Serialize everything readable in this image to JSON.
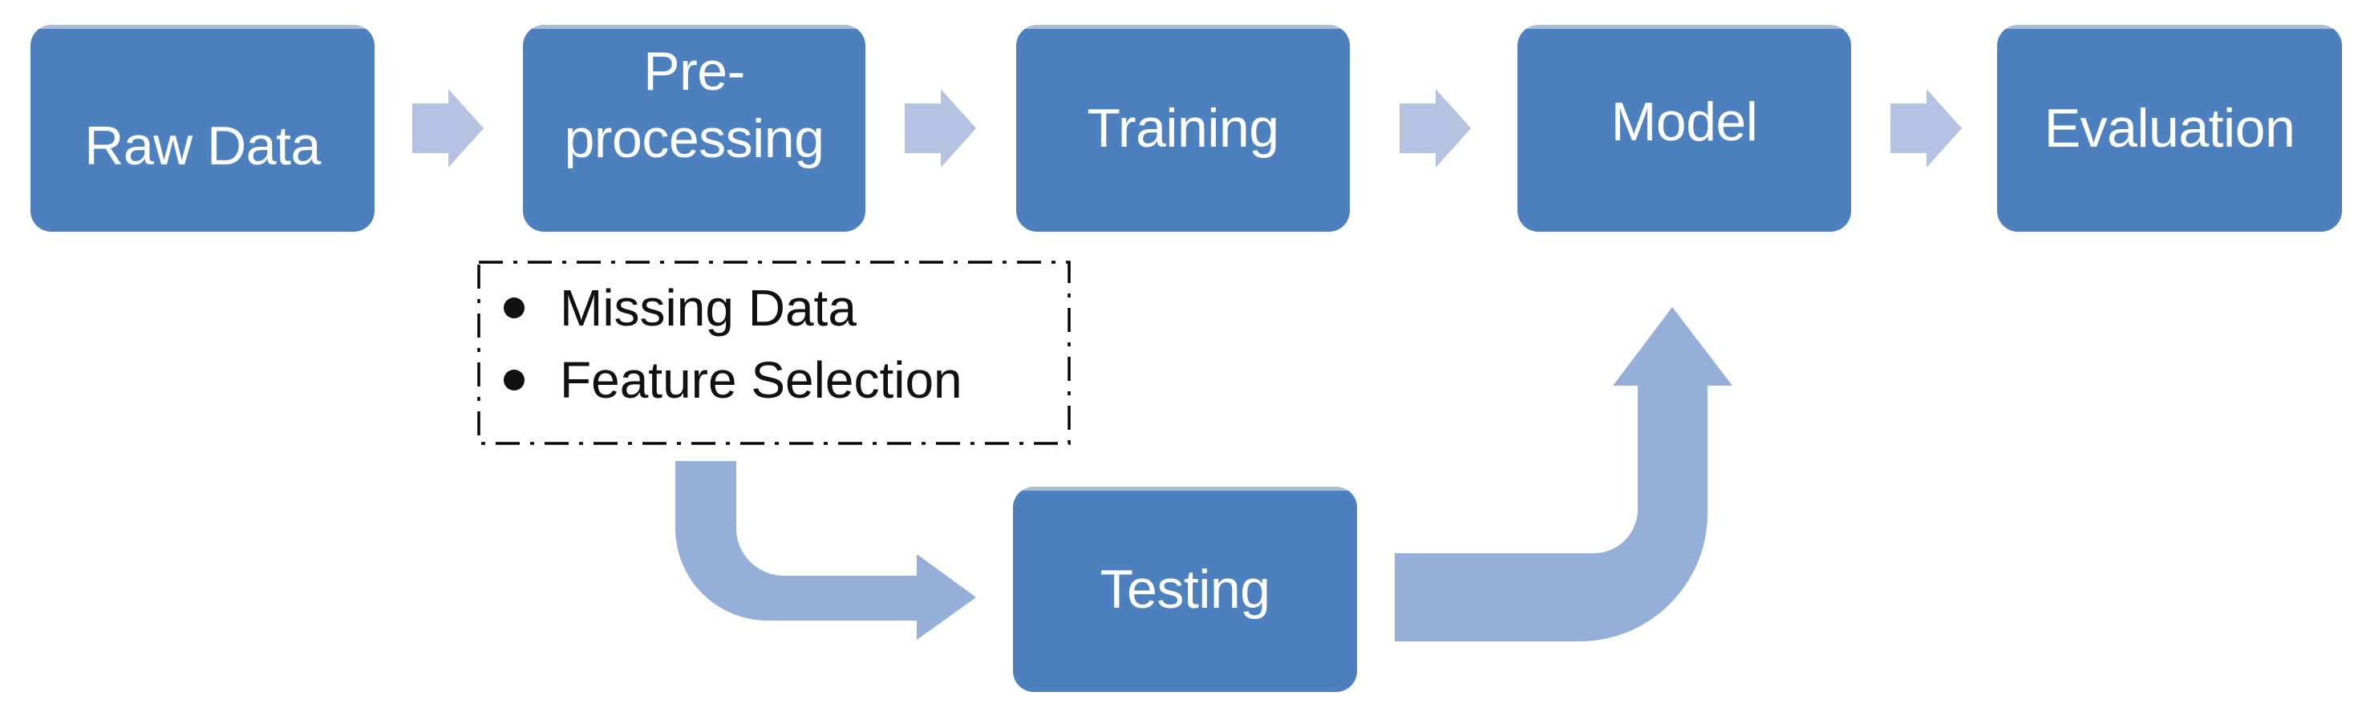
{
  "diagram": {
    "description": "Machine learning pipeline flow diagram",
    "colors": {
      "box_fill": "#4d80be",
      "box_top_edge": "#a9bdd9",
      "box_text": "#ffffff",
      "straight_arrow": "#b4c3e1",
      "elbow_arrow": "#95b0d8",
      "note_text": "#111111",
      "note_border": "#000000"
    },
    "boxes": [
      {
        "id": "raw-data",
        "label": "Raw Data"
      },
      {
        "id": "pre-processing",
        "label": "Pre-processing",
        "lines": [
          "Pre-",
          "processing"
        ]
      },
      {
        "id": "training",
        "label": "Training"
      },
      {
        "id": "model",
        "label": "Model"
      },
      {
        "id": "evaluation",
        "label": "Evaluation"
      },
      {
        "id": "testing",
        "label": "Testing"
      }
    ],
    "note_box": {
      "items": [
        {
          "text": "Missing Data"
        },
        {
          "text": "Feature Selection"
        }
      ]
    },
    "connections": [
      {
        "from": "Raw Data",
        "to": "Pre-processing",
        "type": "block-arrow-right"
      },
      {
        "from": "Pre-processing",
        "to": "Training",
        "type": "block-arrow-right"
      },
      {
        "from": "Training",
        "to": "Model",
        "type": "block-arrow-right"
      },
      {
        "from": "Model",
        "to": "Evaluation",
        "type": "block-arrow-right"
      },
      {
        "from": "Pre-processing",
        "to": "Testing",
        "type": "elbow-arrow-down-right"
      },
      {
        "from": "Testing",
        "to": "Model",
        "type": "elbow-arrow-right-up"
      }
    ]
  }
}
